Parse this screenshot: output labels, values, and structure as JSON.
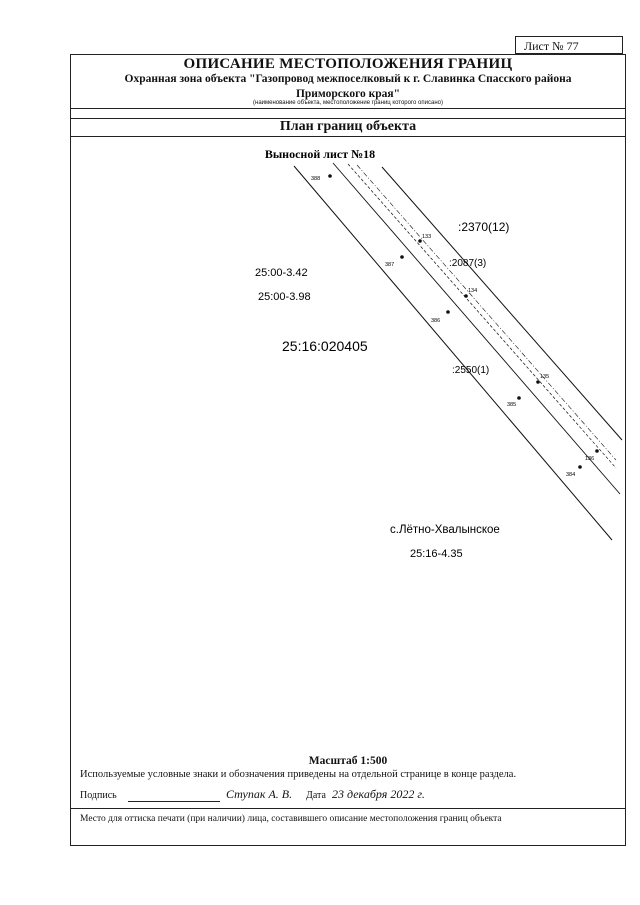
{
  "header": {
    "sheet_number": "Лист № 77",
    "title": "ОПИСАНИЕ МЕСТОПОЛОЖЕНИЯ ГРАНИЦ",
    "subtitle": "Охранная зона объекта \"Газопровод межпоселковый к г. Славинка Спасского района Приморского края\"",
    "subtitle_caption": "(наименование объекта, местоположение границ которого описано)",
    "plan_title": "План границ объекта"
  },
  "map": {
    "sheet_label": "Выносной лист №18",
    "labels": {
      "parcel_2370": ":2370(12)",
      "parcel_2087": ":2087(3)",
      "parcel_2550": ":2550(1)",
      "quarter_342": "25:00-3.42",
      "quarter_398": "25:00-3.98",
      "cadastral": "25:16:020405",
      "village": "с.Лётно-Хвалынское",
      "quarter_435": "25:16-4.35"
    },
    "points": [
      {
        "label": "388"
      },
      {
        "label": "133"
      },
      {
        "label": "387"
      },
      {
        "label": "134"
      },
      {
        "label": "386"
      },
      {
        "label": "135"
      },
      {
        "label": "385"
      },
      {
        "label": "136"
      },
      {
        "label": "384"
      }
    ]
  },
  "footer": {
    "scale": "Масштаб 1:500",
    "legend_note": "Используемые условные знаки и обозначения приведены на отдельной странице в конце раздела.",
    "signature_label": "Подпись",
    "signer": "Ступак А. В.",
    "date_label": "Дата",
    "date": "23 декабря 2022 г.",
    "stamp_note": "Место для оттиска печати (при наличии) лица, составившего описание местоположения границ объекта"
  }
}
